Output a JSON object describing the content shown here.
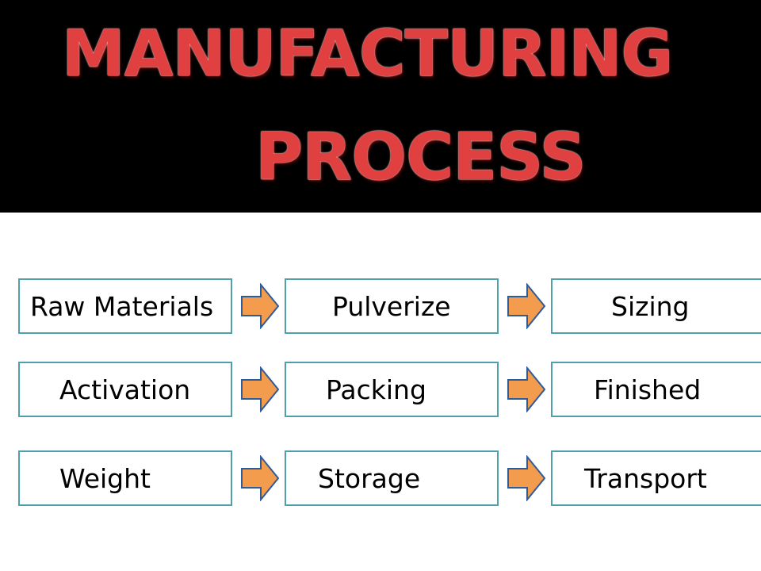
{
  "title": {
    "line1": "MANUFACTURING",
    "line2": "PROCESS"
  },
  "rows": [
    [
      "Raw Materials",
      "Pulverize",
      "Sizing"
    ],
    [
      "Activation",
      "Packing",
      "Finished"
    ],
    [
      "Weight",
      "Storage",
      "Transport"
    ]
  ],
  "colors": {
    "title": "#e0403f",
    "header_bg": "#000000",
    "box_border": "#4f9fad",
    "arrow_fill": "#f39c4d",
    "arrow_stroke": "#2e5c9a"
  }
}
